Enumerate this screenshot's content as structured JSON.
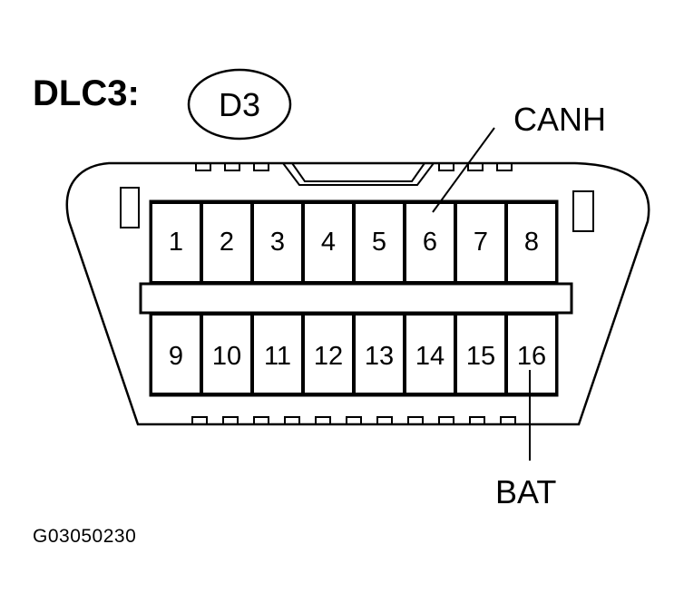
{
  "title": "DLC3:",
  "connector_code": "D3",
  "callouts": {
    "canh": "CANH",
    "bat": "BAT"
  },
  "figure_code": "G03050230",
  "pins_top": [
    "1",
    "2",
    "3",
    "4",
    "5",
    "6",
    "7",
    "8"
  ],
  "pins_bottom": [
    "9",
    "10",
    "11",
    "12",
    "13",
    "14",
    "15",
    "16"
  ]
}
